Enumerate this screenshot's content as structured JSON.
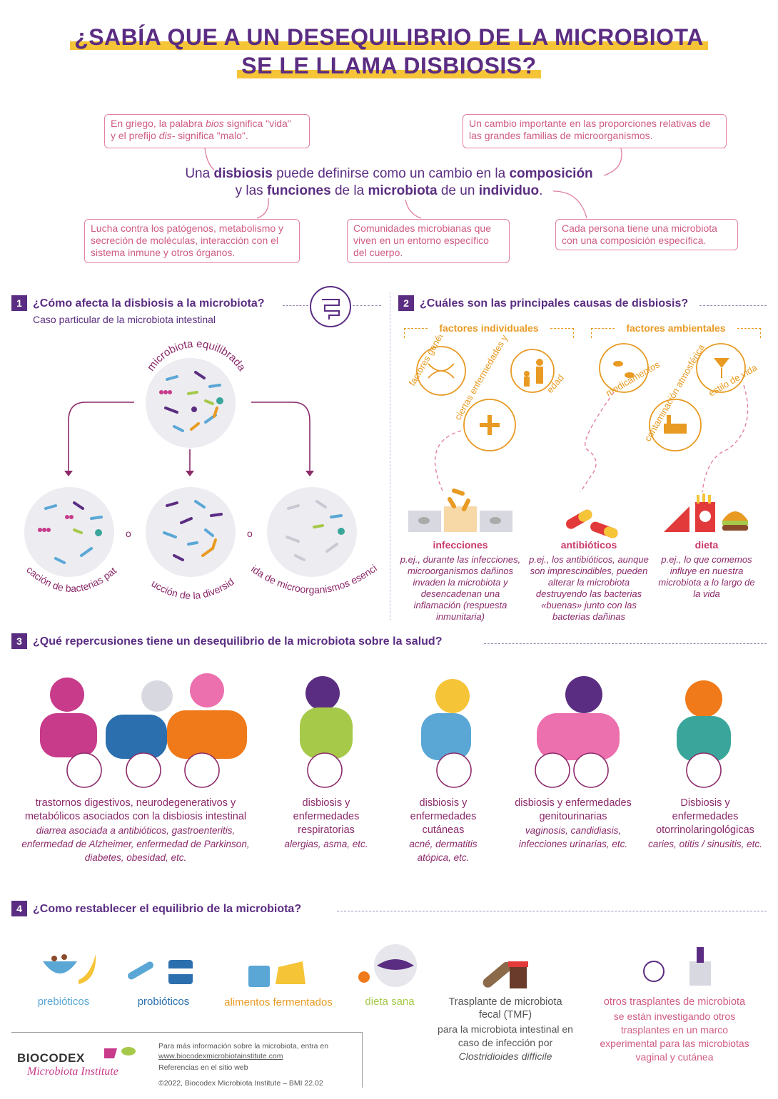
{
  "title": {
    "line1": "¿SABÍA QUE A UN DESEQUILIBRIO DE LA MICROBIOTA",
    "line2": "SE LE LLAMA DISBIOSIS?"
  },
  "definition": {
    "box_greek_a": "En griego, la palabra ",
    "box_greek_bios": "bios",
    "box_greek_b": " significa \"vida\"",
    "box_greek_c": "y el prefijo ",
    "box_greek_dis": "dis-",
    "box_greek_d": " significa \"malo\".",
    "box_change": "Un cambio importante en las proporciones relativas de las grandes familias de microorganismos.",
    "line1_a": "Una ",
    "line1_b": "disbiosis",
    "line1_c": " puede definirse como un cambio en la ",
    "line1_d": "composición",
    "line2_a": "y las ",
    "line2_b": "funciones",
    "line2_c": " de la ",
    "line2_d": "microbiota",
    "line2_e": " de un ",
    "line2_f": "individuo",
    "line2_g": ".",
    "box_functions": "Lucha contra los patógenos, metabolismo y secreción de moléculas, interacción con el sistema inmune y otros órganos.",
    "box_communities": "Comunidades microbianas que viven en un entorno específico del cuerpo.",
    "box_person": "Cada persona tiene una microbiota con una composición específica."
  },
  "section1": {
    "num": "1",
    "title": "¿Cómo afecta la disbiosis a la microbiota?",
    "subtitle": "Caso particular de la microbiota intestinal",
    "balanced": "microbiota equilibrada",
    "or1": "o",
    "or2": "o",
    "path1": "multiplicación de bacterias patógenas",
    "path2": "reducción de la diversidad",
    "path3": "pérdida de microorganismos esenciales"
  },
  "section2": {
    "num": "2",
    "title": "¿Cuáles son las principales causas de disbiosis?",
    "individual": "factores individuales",
    "environmental": "factores ambientales",
    "f_genetic": "factores genéticos",
    "f_age": "edad",
    "f_disease": "ciertas enfermedades y lesiones",
    "f_medication": "medicamentos",
    "f_lifestyle": "estilo de vida",
    "f_pollution": "contaminación atmosférica",
    "infections_h": "infecciones",
    "infections_t": "p.ej., durante las infecciones, microorganismos dañinos invaden la microbiota y desencadenan una inflamación (respuesta inmunitaria)",
    "antibiotics_h": "antibióticos",
    "antibiotics_t": "p.ej., los antibióticos, aunque son imprescindibles, pueden alterar la microbiota destruyendo las bacterias «buenas» junto con las bacterias dañinas",
    "diet_h": "dieta",
    "diet_t": "p.ej., lo que comemos influye en nuestra microbiota a lo largo de la vida"
  },
  "section3": {
    "num": "3",
    "title": "¿Qué repercusiones tiene un desequilibrio de la microbiota sobre la salud?",
    "items": [
      {
        "h": "trastornos digestivos, neurodegenerativos y metabólicos asociados con la disbiosis intestinal",
        "t": "diarrea asociada a antibióticos, gastroenteritis, enfermedad de Alzheimer, enfermedad de Parkinson, diabetes, obesidad, etc."
      },
      {
        "h": "disbiosis y enfermedades respiratorias",
        "t": "alergias, asma, etc."
      },
      {
        "h": "disbiosis y enfermedades cutáneas",
        "t": "acné, dermatitis atópica, etc."
      },
      {
        "h": "disbiosis y enfermedades genitourinarias",
        "t": "vaginosis, candidiasis, infecciones urinarias, etc."
      },
      {
        "h": "Disbiosis y enfermedades otorrinolaringológicas",
        "t": "caries, otitis / sinusitis, etc."
      }
    ]
  },
  "section4": {
    "num": "4",
    "title": "¿Como restablecer el equilibrio de la microbiota?",
    "prebiotics": "prebióticos",
    "probiotics": "probióticos",
    "fermented": "alimentos fermentados",
    "healthy_diet": "dieta sana",
    "fmt_title": "Trasplante de microbiota fecal (TMF)",
    "fmt_text_a": "para la microbiota intestinal en caso de infección por ",
    "fmt_text_b": "Clostridioides difficile",
    "other_title": "otros trasplantes de microbiota",
    "other_text": "se están investigando otros trasplantes en un marco experimental para las microbiotas vaginal y cutánea"
  },
  "footer": {
    "brand": "BIOCODEX",
    "brand_sub": "Microbiota Institute",
    "info": "Para más información sobre la microbiota, entra en",
    "url": "www.biocodexmicrobiotainstitute.com",
    "refs": "Referencias en el sitio web",
    "copyright": "©2022, Biocodex Microbiota Institute  –  BMI 22.02"
  },
  "colors": {
    "purple": "#5b2d82",
    "pink": "#d05c85",
    "magenta": "#8c2a6a",
    "orange": "#e89a22",
    "yellow": "#f5c437",
    "blue": "#5aa7d6",
    "green": "#a6c94a"
  }
}
